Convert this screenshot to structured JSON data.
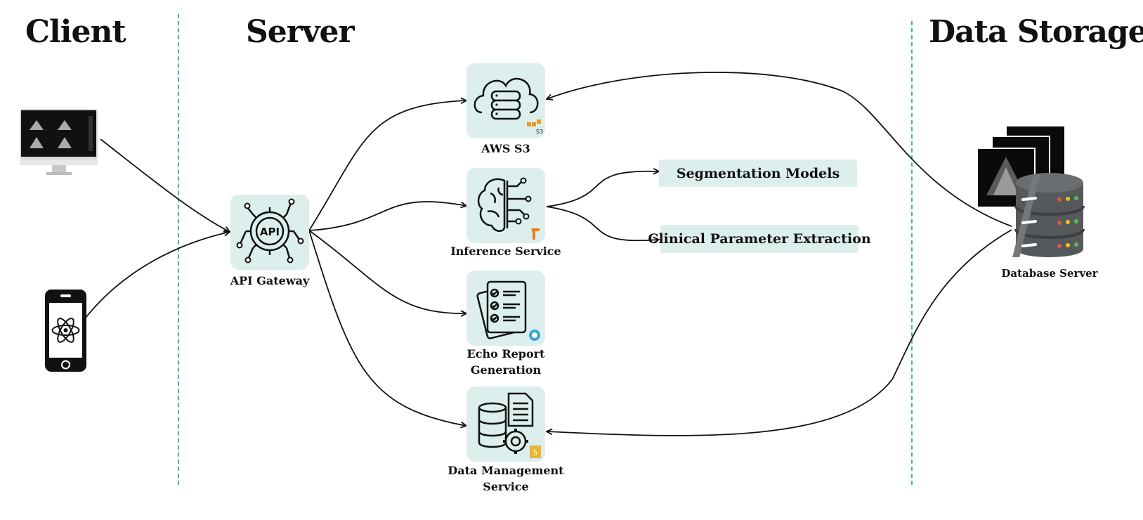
{
  "sections": {
    "client": "Client",
    "server": "Server",
    "storage": "Data Storage"
  },
  "nodes": {
    "api_gateway": "API Gateway",
    "aws_s3": "AWS S3",
    "s3_badge": "S3",
    "inference": "Inference Service",
    "echo_report_1": "Echo Report",
    "echo_report_2": "Generation",
    "data_mgmt_1": "Data Management",
    "data_mgmt_2": "Service",
    "database_server": "Database Server",
    "api_icon_text": "API"
  },
  "boxes": {
    "segmentation": "Segmentation Models",
    "clinical": "Clinical Parameter Extraction"
  },
  "colors": {
    "tile": "#dcefed",
    "divider": "#3fb3b3",
    "arrow": "#111111"
  }
}
